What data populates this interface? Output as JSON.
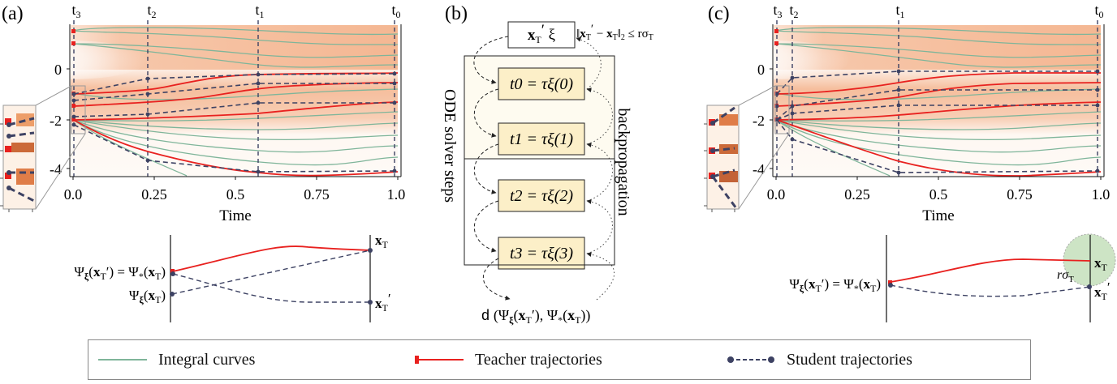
{
  "figure": {
    "panels": [
      {
        "id": "a",
        "label": "(a)",
        "step_labels": [
          "t3",
          "t2",
          "t1",
          "t0"
        ],
        "step_times": [
          0.0,
          0.23,
          0.57,
          0.99
        ],
        "xlabel": "Time",
        "xticks": [
          "0.0",
          "0.25",
          "0.5",
          "0.75",
          "1.0"
        ],
        "yticks": [
          "0",
          "-2",
          "-4"
        ],
        "bottom_diagram": {
          "left_label_top": "Ψξ(x'T) = Ψ*(xT)",
          "left_label_bottom": "Ψξ(xT)",
          "right_label_top": "xT",
          "right_label_bottom": "x'T"
        }
      },
      {
        "id": "b",
        "label": "(b)",
        "input_box": "x'T  ξ",
        "constraint": "‖x'T − xT‖2 ≤ rσT",
        "steps": [
          "t0 = τξ(0)",
          "t1 = τξ(1)",
          "t2 = τξ(2)",
          "t3 = τξ(3)"
        ],
        "left_caption": "ODE solver steps",
        "right_caption": "backpropagation",
        "loss": "d (Ψξ(x'T), Ψ*(xT))"
      },
      {
        "id": "c",
        "label": "(c)",
        "step_labels": [
          "t3",
          "t2",
          "t1",
          "t0"
        ],
        "step_times": [
          0.0,
          0.05,
          0.38,
          0.99
        ],
        "xlabel": "Time",
        "xticks": [
          "0.0",
          "0.25",
          "0.5",
          "0.75",
          "1.0"
        ],
        "yticks": [
          "0",
          "-2",
          "-4"
        ],
        "bottom_diagram": {
          "left_label": "Ψξ(x'T) = Ψ*(xT)",
          "right_label_top": "xT",
          "right_label_bottom": "x'T",
          "radius_label": "rσT"
        }
      }
    ]
  },
  "legend": {
    "items": [
      {
        "label": "Integral curves",
        "color": "#7fb59a"
      },
      {
        "label": "Teacher trajectories",
        "color": "#e8211f"
      },
      {
        "label": "Student trajectories",
        "color": "#3d4263"
      }
    ]
  },
  "colors": {
    "density": "#f4b48e",
    "integral": "#7fb59a",
    "teacher": "#e8211f",
    "student": "#3d4263",
    "stepbox": "#fcefc8",
    "outerbox": "#fefbf0",
    "ball": "#b9d9ad"
  },
  "chart_data": [
    {
      "type": "line",
      "title": "(a)",
      "xlabel": "Time",
      "ylabel": "",
      "xlim": [
        0.0,
        1.0
      ],
      "ylim": [
        -4.3,
        1.8
      ],
      "x_ticks": [
        0.0,
        0.25,
        0.5,
        0.75,
        1.0
      ],
      "y_ticks": [
        0,
        -2,
        -4
      ],
      "vertical_lines": {
        "t3": 0.0,
        "t2": 0.23,
        "t1": 0.57,
        "t0": 0.99
      },
      "series": [
        {
          "name": "Teacher trajectory 1",
          "x": [
            0.0,
            0.23,
            0.57,
            1.0
          ],
          "y": [
            -1.0,
            -0.85,
            -0.25,
            -0.2
          ]
        },
        {
          "name": "Teacher trajectory 2",
          "x": [
            0.0,
            0.23,
            0.57,
            1.0
          ],
          "y": [
            -1.5,
            -1.3,
            -0.95,
            -0.6
          ]
        },
        {
          "name": "Teacher trajectory 3",
          "x": [
            0.0,
            0.23,
            0.57,
            1.0
          ],
          "y": [
            -2.0,
            -1.9,
            -1.7,
            -1.35
          ]
        },
        {
          "name": "Teacher trajectory 4",
          "x": [
            0.0,
            0.23,
            0.57,
            0.75,
            1.0
          ],
          "y": [
            -2.0,
            -3.2,
            -4.15,
            -4.3,
            -4.1
          ]
        },
        {
          "name": "Student trajectory 1",
          "x": [
            0.0,
            0.23,
            0.57,
            0.99
          ],
          "y": [
            -1.0,
            -0.4,
            -0.25,
            -0.2
          ]
        },
        {
          "name": "Student trajectory 2",
          "x": [
            0.0,
            0.23,
            0.57,
            0.99
          ],
          "y": [
            -1.3,
            -1.0,
            -0.6,
            -0.6
          ]
        },
        {
          "name": "Student trajectory 3",
          "x": [
            0.0,
            0.23,
            0.57,
            0.99
          ],
          "y": [
            -1.95,
            -1.85,
            -1.35,
            -1.35
          ]
        },
        {
          "name": "Student trajectory 4",
          "x": [
            0.0,
            0.23,
            0.57,
            0.99
          ],
          "y": [
            -2.2,
            -3.7,
            -4.15,
            -4.1
          ]
        }
      ],
      "legend": [
        "Integral curves",
        "Teacher trajectories",
        "Student trajectories"
      ]
    },
    {
      "type": "line",
      "title": "(c)",
      "xlabel": "Time",
      "ylabel": "",
      "xlim": [
        0.0,
        1.0
      ],
      "ylim": [
        -4.3,
        1.8
      ],
      "x_ticks": [
        0.0,
        0.25,
        0.5,
        0.75,
        1.0
      ],
      "y_ticks": [
        0,
        -2,
        -4
      ],
      "vertical_lines": {
        "t3": 0.0,
        "t2": 0.05,
        "t1": 0.38,
        "t0": 0.99
      },
      "series": [
        {
          "name": "Teacher trajectory 1",
          "x": [
            0.0,
            0.38,
            0.5,
            1.0
          ],
          "y": [
            -1.0,
            -0.55,
            -0.3,
            -0.2
          ]
        },
        {
          "name": "Teacher trajectory 2",
          "x": [
            0.0,
            0.38,
            0.6,
            1.0
          ],
          "y": [
            -1.5,
            -1.1,
            -0.75,
            -0.6
          ]
        },
        {
          "name": "Teacher trajectory 3",
          "x": [
            0.0,
            0.38,
            0.6,
            1.0
          ],
          "y": [
            -2.0,
            -1.85,
            -1.6,
            -1.35
          ]
        },
        {
          "name": "Teacher trajectory 4",
          "x": [
            0.0,
            0.38,
            0.6,
            0.75,
            1.0
          ],
          "y": [
            -2.0,
            -3.7,
            -4.15,
            -4.3,
            -4.1
          ]
        },
        {
          "name": "Student trajectory 1",
          "x": [
            0.0,
            0.05,
            0.38,
            0.99
          ],
          "y": [
            -1.0,
            -0.4,
            -0.1,
            -0.1
          ]
        },
        {
          "name": "Student trajectory 2",
          "x": [
            0.0,
            0.05,
            0.38,
            0.99
          ],
          "y": [
            -2.0,
            -1.45,
            -0.85,
            -0.85
          ]
        },
        {
          "name": "Student trajectory 3",
          "x": [
            0.0,
            0.05,
            0.38,
            0.99
          ],
          "y": [
            -2.0,
            -1.8,
            -1.45,
            -1.45
          ]
        },
        {
          "name": "Student trajectory 4",
          "x": [
            0.0,
            0.05,
            0.38,
            0.99
          ],
          "y": [
            -2.0,
            -2.85,
            -4.2,
            -4.1
          ]
        }
      ],
      "legend": [
        "Integral curves",
        "Teacher trajectories",
        "Student trajectories"
      ]
    }
  ]
}
